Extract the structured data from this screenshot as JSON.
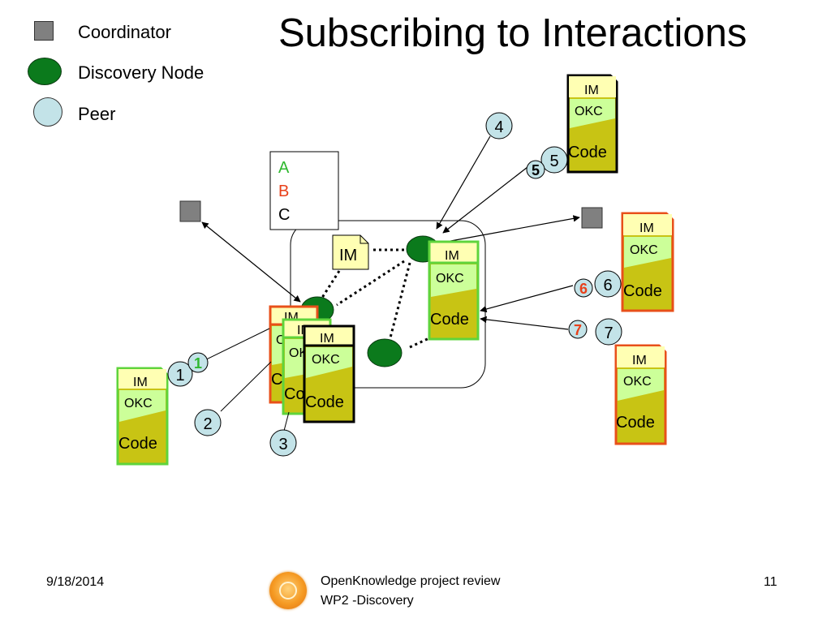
{
  "slide": {
    "title": "Subscribing to Interactions",
    "legend": {
      "coordinator": "Coordinator",
      "discovery_node": "Discovery Node",
      "peer": "Peer"
    },
    "abc_box": {
      "a": "A",
      "b": "B",
      "c": "C"
    },
    "im_doc": "IM",
    "component": {
      "im": "IM",
      "okc": "OKC",
      "code": "Code"
    },
    "steps": {
      "s1": "1",
      "s1b": "1",
      "s2": "2",
      "s3": "3",
      "s4": "4",
      "s5": "5",
      "s5b": "5",
      "s6": "6",
      "s6b": "6",
      "s7": "7",
      "s7b": "7"
    },
    "footer": {
      "date": "9/18/2014",
      "review": "OpenKnowledge project review",
      "wp": "WP2 -Discovery",
      "page": "11"
    }
  },
  "colors": {
    "coordinator": "#808080",
    "discovery_node": "#0b7a1c",
    "peer": "#c3e3e8",
    "green_outline": "#5fd43c",
    "red_outline": "#e8501a",
    "im_fill": "#ffffb3",
    "okc_fill": "#ccff99",
    "code_fill": "#c8c414",
    "label_a": "#2fb82f",
    "label_b": "#e8401a"
  }
}
